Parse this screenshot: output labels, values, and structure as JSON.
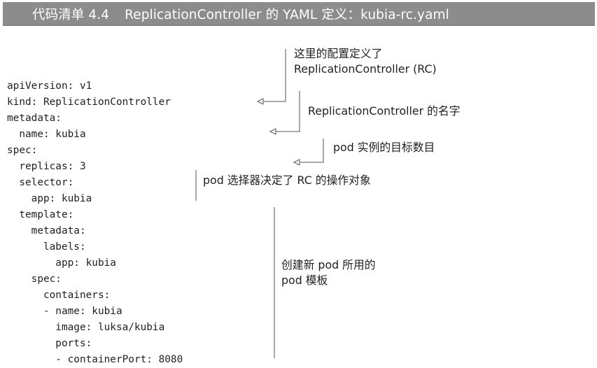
{
  "listing": {
    "label": "代码清单 4.4",
    "title": "ReplicationController 的 YAML 定义：kubia-rc.yaml"
  },
  "code_lines": [
    "apiVersion: v1",
    "kind: ReplicationController",
    "metadata:",
    "  name: kubia",
    "spec:",
    "  replicas: 3",
    "  selector:",
    "    app: kubia",
    "  template:",
    "    metadata:",
    "      labels:",
    "        app: kubia",
    "    spec:",
    "      containers:",
    "      - name: kubia",
    "        image: luksa/kubia",
    "        ports:",
    "        - containerPort: 8080"
  ],
  "annotations": {
    "kind_line1": "这里的配置定义了",
    "kind_line2": "ReplicationController (RC)",
    "name": "ReplicationController 的名字",
    "replicas": "pod 实例的目标数目",
    "selector": "pod 选择器决定了 RC 的操作对象",
    "template_line1": "创建新 pod 所用的",
    "template_line2": "pod 模板"
  }
}
